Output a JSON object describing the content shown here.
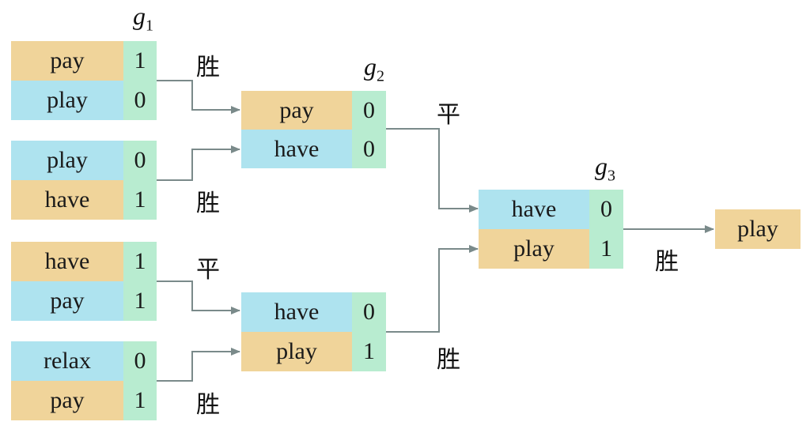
{
  "colors": {
    "word_orange": "#f0d49a",
    "word_blue": "#aee3ef",
    "value_green": "#b8ecd0",
    "arrow": "#7a8a8a"
  },
  "group_labels": {
    "g1": {
      "letter": "g",
      "sub": "1"
    },
    "g2": {
      "letter": "g",
      "sub": "2"
    },
    "g3": {
      "letter": "g",
      "sub": "3"
    }
  },
  "round1": [
    {
      "rows": [
        {
          "word": "pay",
          "value": "1"
        },
        {
          "word": "play",
          "value": "0"
        }
      ],
      "result": "胜"
    },
    {
      "rows": [
        {
          "word": "play",
          "value": "0"
        },
        {
          "word": "have",
          "value": "1"
        }
      ],
      "result": "胜"
    },
    {
      "rows": [
        {
          "word": "have",
          "value": "1"
        },
        {
          "word": "pay",
          "value": "1"
        }
      ],
      "result": "平"
    },
    {
      "rows": [
        {
          "word": "relax",
          "value": "0"
        },
        {
          "word": "pay",
          "value": "1"
        }
      ],
      "result": "胜"
    }
  ],
  "round2": [
    {
      "rows": [
        {
          "word": "pay",
          "value": "0"
        },
        {
          "word": "have",
          "value": "0"
        }
      ],
      "result": "平"
    },
    {
      "rows": [
        {
          "word": "have",
          "value": "0"
        },
        {
          "word": "play",
          "value": "1"
        }
      ],
      "result": "胜"
    }
  ],
  "round3": [
    {
      "rows": [
        {
          "word": "have",
          "value": "0"
        },
        {
          "word": "play",
          "value": "1"
        }
      ],
      "result": "胜"
    }
  ],
  "final": {
    "word": "play"
  }
}
